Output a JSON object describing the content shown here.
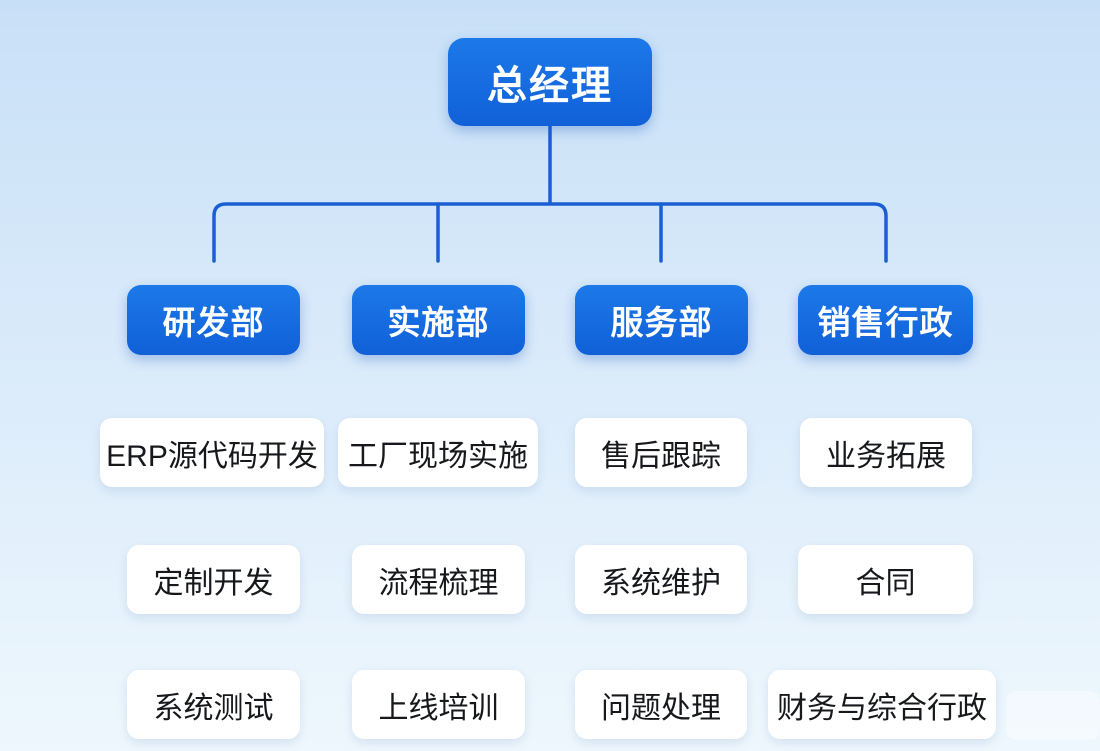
{
  "root": {
    "label": "总经理"
  },
  "departments": [
    {
      "label": "研发部",
      "children": [
        "ERP源代码开发",
        "定制开发",
        "系统测试"
      ]
    },
    {
      "label": "实施部",
      "children": [
        "工厂现场实施",
        "流程梳理",
        "上线培训"
      ]
    },
    {
      "label": "服务部",
      "children": [
        "售后跟踪",
        "系统维护",
        "问题处理"
      ]
    },
    {
      "label": "销售行政",
      "children": [
        "业务拓展",
        "合同",
        "财务与综合行政"
      ]
    }
  ],
  "colors": {
    "background_top": "#c8e0f7",
    "background_bottom": "#eef7fd",
    "node_blue_top": "#1c79e8",
    "node_blue_bottom": "#1160d8",
    "connector_line": "#1a5fd2",
    "leaf_background": "#ffffff",
    "leaf_text": "#16181c",
    "blue_node_text": "#ffffff"
  }
}
